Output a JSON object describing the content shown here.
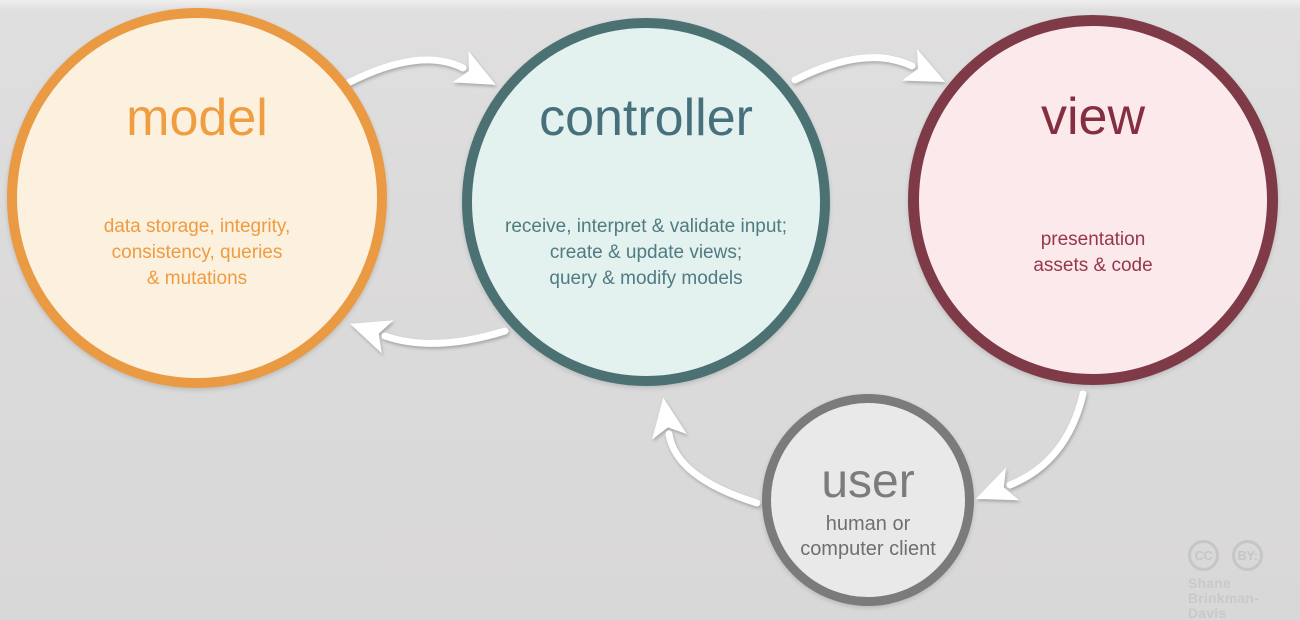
{
  "canvas": {
    "background_color": "#dbdada"
  },
  "nodes": {
    "model": {
      "title": "model",
      "description": "data storage, integrity,\nconsistency, queries\n& mutations",
      "border_color": "#e99a42",
      "fill_color": "#fbf1de",
      "title_color": "#f09d41",
      "description_color": "#ee9c41"
    },
    "controller": {
      "title": "controller",
      "description": "receive, interpret & validate input;\ncreate & update views;\nquery & modify models",
      "border_color": "#4c7173",
      "fill_color": "#e3f1ef",
      "title_color": "#46707b",
      "description_color": "#4f7b82"
    },
    "view": {
      "title": "view",
      "description": "presentation\nassets & code",
      "border_color": "#7e3b47",
      "fill_color": "#fbe9eb",
      "title_color": "#832f40",
      "description_color": "#96374a"
    },
    "user": {
      "title": "user",
      "description": "human or\ncomputer client",
      "border_color": "#7b7b7b",
      "fill_color": "#e9e9e9",
      "title_color": "#7c7c7c",
      "description_color": "#6f6f6f"
    }
  },
  "arrows": {
    "color": "#ffffff",
    "names": [
      "model-to-controller",
      "controller-to-view",
      "controller-to-model",
      "view-to-user",
      "user-to-controller"
    ]
  },
  "license": {
    "cc_label": "CC",
    "by_label": "BY:",
    "attribution": "Shane\nBrinkman-Davis",
    "color": "#c6c6c6"
  }
}
